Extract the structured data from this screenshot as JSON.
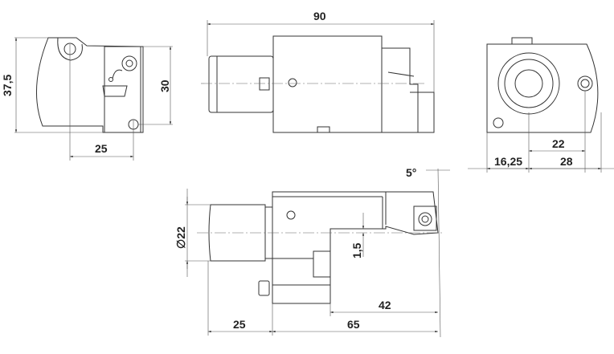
{
  "drawing": {
    "side_view_left": {
      "height": "37,5",
      "inner_height": "30",
      "hole_spacing": "25"
    },
    "top_view": {
      "length": "90"
    },
    "end_view_right": {
      "offset_a": "22",
      "offset_b": "16,25",
      "width": "28"
    },
    "bottom_view": {
      "angle": "5°",
      "diameter": "∅22",
      "offset": "1,5",
      "insert_length": "42",
      "shank_length": "25",
      "body_length": "65"
    }
  }
}
